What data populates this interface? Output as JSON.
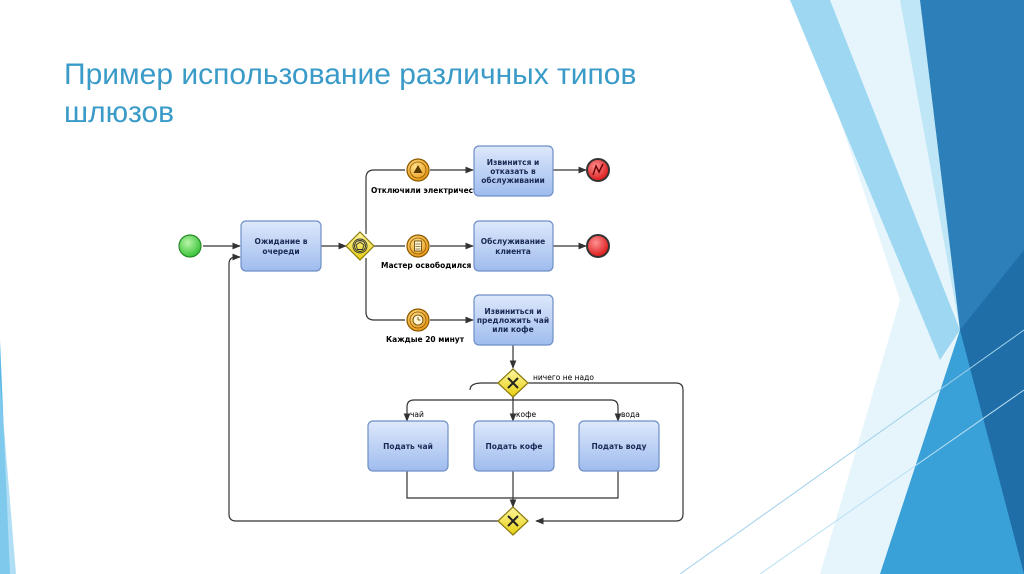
{
  "slide": {
    "title_line1": "Пример использование различных типов",
    "title_line2": "шлюзов"
  },
  "diagram": {
    "tasks": {
      "wait": [
        "Ожидание в",
        "очереди"
      ],
      "apologize_refuse": [
        "Извинится и",
        "отказать в",
        "обслуживании"
      ],
      "serve_client": [
        "Обслуживание",
        "клиента"
      ],
      "apologize_offer": [
        "Извиниться и",
        "предложить чай",
        "или кофе"
      ],
      "serve_tea": "Подать чай",
      "serve_coffee": "Подать кофе",
      "serve_water": "Подать воду"
    },
    "events": {
      "power_off": "Отключили электричество",
      "master_free": "Мастер освободился",
      "every_20_min": "Каждые 20 минут"
    },
    "branches": {
      "tea": "чай",
      "coffee": "кофе",
      "water": "вода",
      "nothing": "ничего не надо"
    }
  },
  "colors": {
    "title": "#3a9bc8",
    "task_fill": "#a9c4f0",
    "start_event": "#4cd14c",
    "end_event": "#e82020",
    "gateway": "#f0e020",
    "intermediate_event": "#f0a020"
  }
}
